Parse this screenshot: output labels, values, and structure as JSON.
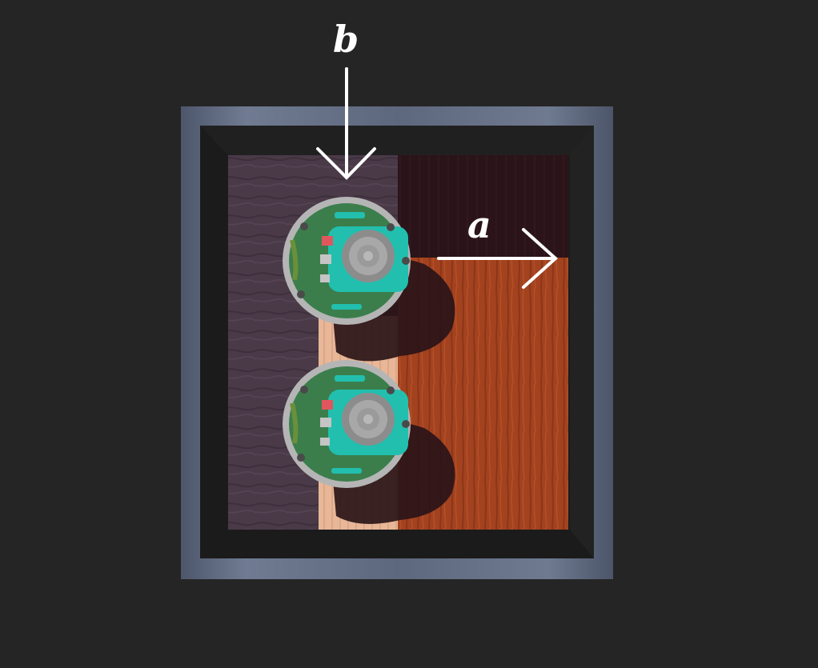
{
  "labels": {
    "b": "b",
    "a": "a"
  },
  "scene": {
    "description_objects": [
      "arena-frame",
      "floor-tile-dark-wood",
      "floor-tile-light-wood",
      "robot-top",
      "robot-bottom",
      "arrow-b",
      "arrow-a"
    ],
    "colors": {
      "background": "#252525",
      "frame_metal": "#5a6478",
      "wall_dark": "#1b1b1b",
      "purple_wood": "#4a3a48",
      "dark_red_wood": "#2a1218",
      "orange_wood": "#a0411f",
      "pale_wood": "#e9b89a",
      "robot_pcb": "#3c8b52",
      "robot_rim": "#b8b8b8",
      "robot_board": "#26c1ae",
      "arrow": "#ffffff"
    }
  }
}
